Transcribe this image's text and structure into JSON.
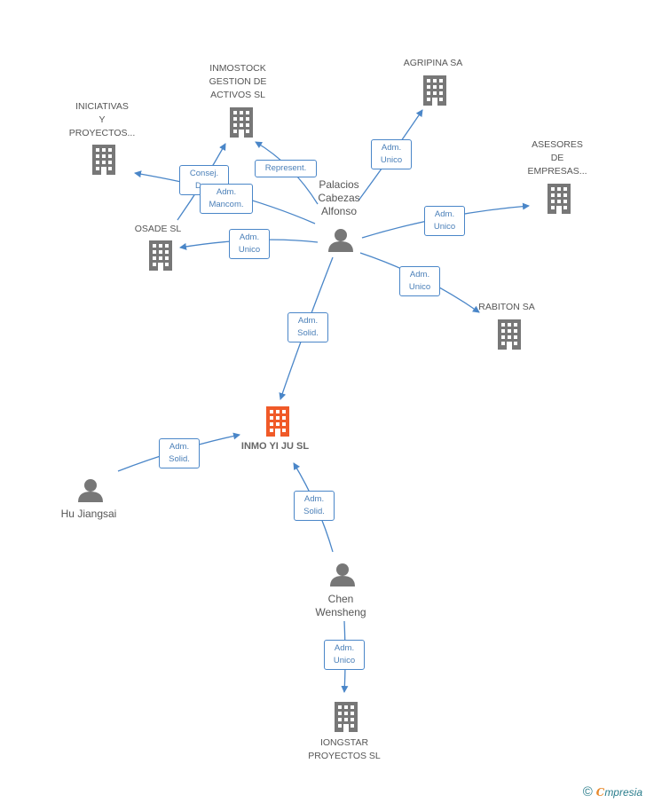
{
  "nodes": {
    "inmostock": [
      "INMOSTOCK",
      "GESTION DE",
      "ACTIVOS SL"
    ],
    "agripina": [
      "AGRIPINA SA"
    ],
    "iniciativas": [
      "INICIATIVAS",
      "Y",
      "PROYECTOS..."
    ],
    "asesores": [
      "ASESORES",
      "DE",
      "EMPRESAS..."
    ],
    "osade": [
      "OSADE SL"
    ],
    "rabiton": [
      "RABITON SA"
    ],
    "palacios": [
      "Palacios",
      "Cabezas",
      "Alfonso"
    ],
    "main": [
      "INMO YI JU SL"
    ],
    "hu": [
      "Hu Jiangsai"
    ],
    "chen": [
      "Chen",
      "Wensheng"
    ],
    "iongstar": [
      "IONGSTAR",
      "PROYECTOS SL"
    ]
  },
  "relations": {
    "consej": [
      "Consej.",
      "De..."
    ],
    "represent": [
      "Represent."
    ],
    "adm_mancom": [
      "Adm.",
      "Mancom."
    ],
    "agripina_rel": [
      "Adm.",
      "Unico"
    ],
    "asesores_rel": [
      "Adm.",
      "Unico"
    ],
    "osade_rel": [
      "Adm.",
      "Unico"
    ],
    "rabiton_rel": [
      "Adm.",
      "Unico"
    ],
    "palacios_main": [
      "Adm.",
      "Solid."
    ],
    "hu_main": [
      "Adm.",
      "Solid."
    ],
    "chen_main": [
      "Adm.",
      "Solid."
    ],
    "chen_iongstar": [
      "Adm.",
      "Unico"
    ]
  },
  "colors": {
    "edge": "#4a86c8",
    "company": "#777777",
    "main_company": "#f05a28",
    "person": "#777777"
  },
  "footer": {
    "copyright": "©",
    "brand_e": "C",
    "brand_rest": "mpresia"
  }
}
